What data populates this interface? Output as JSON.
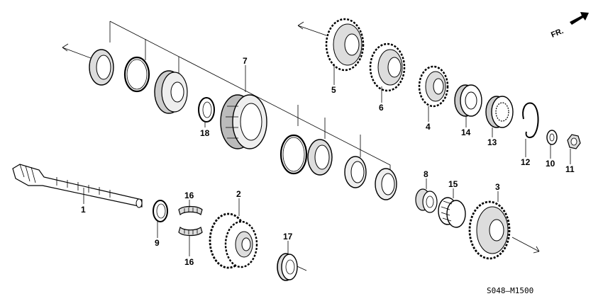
{
  "direction_label": "FR.",
  "diagram_code": "S048–M1500",
  "parts": [
    {
      "key": "p1",
      "label": "1"
    },
    {
      "key": "p2",
      "label": "2"
    },
    {
      "key": "p3",
      "label": "3"
    },
    {
      "key": "p4",
      "label": "4"
    },
    {
      "key": "p5",
      "label": "5"
    },
    {
      "key": "p6",
      "label": "6"
    },
    {
      "key": "p7",
      "label": "7"
    },
    {
      "key": "p8",
      "label": "8"
    },
    {
      "key": "p9",
      "label": "9"
    },
    {
      "key": "p10",
      "label": "10"
    },
    {
      "key": "p11",
      "label": "11"
    },
    {
      "key": "p12",
      "label": "12"
    },
    {
      "key": "p13",
      "label": "13"
    },
    {
      "key": "p14",
      "label": "14"
    },
    {
      "key": "p15",
      "label": "15"
    },
    {
      "key": "p16a",
      "label": "16"
    },
    {
      "key": "p16b",
      "label": "16"
    },
    {
      "key": "p17",
      "label": "17"
    },
    {
      "key": "p18",
      "label": "18"
    }
  ]
}
